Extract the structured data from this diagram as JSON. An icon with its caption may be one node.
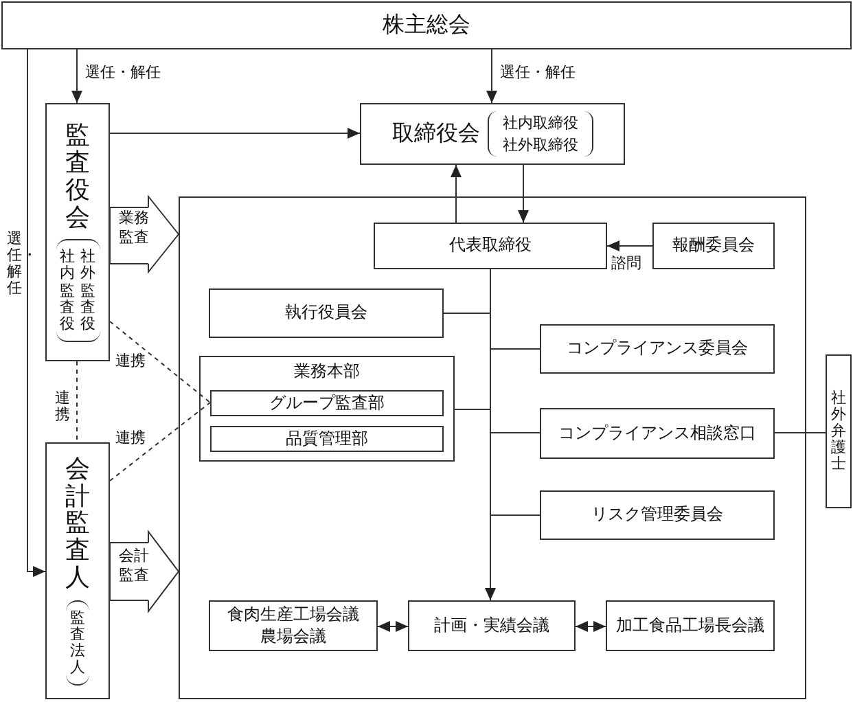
{
  "diagram": {
    "nodes": [
      {
        "text": [
          "株主総会"
        ]
      },
      {
        "text": [
          "監査役会",
          "社内監査役",
          "社外監査役"
        ]
      },
      {
        "text": [
          "取締役会",
          "社内取締役社外取締役"
        ]
      },
      {
        "text": [],
        "shape": "box"
      },
      {
        "text": [
          "代表取締役"
        ],
        "in": 3
      },
      {
        "text": [
          "報酬委員会"
        ],
        "in": 3
      },
      {
        "text": [
          "執行役員会"
        ],
        "in": 3
      },
      {
        "text": [
          "コンプライアンス委員会"
        ],
        "in": 3
      },
      {
        "text": [
          "業務本部"
        ],
        "in": 3
      },
      {
        "text": [
          "グループ監査部"
        ],
        "in": 8
      },
      {
        "text": [
          "品質管理部"
        ],
        "in": 8
      },
      {
        "text": [
          "コンプライアンス相談窓口"
        ],
        "in": 3
      },
      {
        "text": [
          "リスク管理委員会"
        ],
        "in": 3
      },
      {
        "text": [
          "食肉生産工場会議農場会議"
        ],
        "in": 3
      },
      {
        "text": [
          "計画・実績会議"
        ],
        "in": 3
      },
      {
        "text": [
          "加工食品工場長会議"
        ],
        "in": 3
      },
      {
        "text": [
          "社外弁護士"
        ]
      },
      {
        "text": [
          "会計監査人",
          "監査法人"
        ]
      }
    ],
    "edges": [
      {
        "from": 0,
        "to": 1,
        "arrow": "to",
        "label": "選任・解任"
      },
      {
        "from": 0,
        "to": 2,
        "arrow": "to",
        "label": "選任・解任"
      },
      {
        "from": 0,
        "to": 17,
        "arrow": "to",
        "label": "選任・解任"
      },
      {
        "from": 1,
        "to": 2,
        "arrow": "to"
      },
      {
        "from": 4,
        "to": 2,
        "arrow": "to"
      },
      {
        "from": 2,
        "to": 4,
        "arrow": "to"
      },
      {
        "from": 5,
        "to": 4,
        "arrow": "to",
        "label": "諮問"
      },
      {
        "from": 1,
        "to": 3,
        "arrow": "to",
        "label": "業務監査"
      },
      {
        "from": 17,
        "to": 3,
        "arrow": "to",
        "label": "会計監査"
      },
      {
        "from": 1,
        "to": 9,
        "arrow": "none",
        "label": "連携",
        "style": "dashed"
      },
      {
        "from": 17,
        "to": 9,
        "arrow": "none",
        "label": "連携",
        "style": "dashed"
      },
      {
        "from": 1,
        "to": 17,
        "arrow": "none",
        "label": "連携",
        "style": "dashed"
      },
      {
        "from": 4,
        "to": 6,
        "arrow": "none"
      },
      {
        "from": 4,
        "to": 7,
        "arrow": "none"
      },
      {
        "from": 4,
        "to": 8,
        "arrow": "none"
      },
      {
        "from": 4,
        "to": 11,
        "arrow": "none"
      },
      {
        "from": 4,
        "to": 12,
        "arrow": "none"
      },
      {
        "from": 4,
        "to": 14,
        "arrow": "to"
      },
      {
        "from": 13,
        "to": 14,
        "arrow": "both"
      },
      {
        "from": 14,
        "to": 15,
        "arrow": "both"
      },
      {
        "from": 11,
        "to": 16,
        "arrow": "none"
      }
    ]
  }
}
